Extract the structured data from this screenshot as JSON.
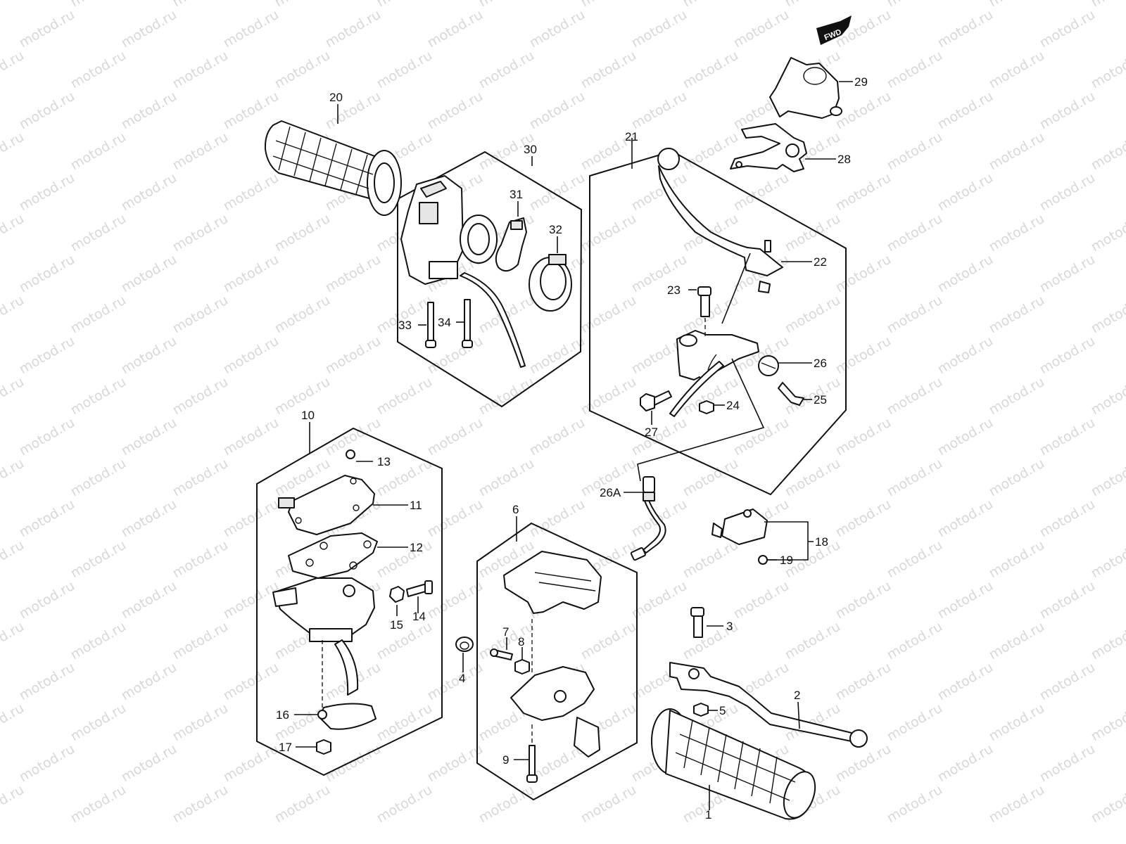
{
  "watermark": {
    "text": "motod.ru"
  },
  "direction_badge": {
    "text": "FWD"
  },
  "callouts": [
    {
      "key": "c1",
      "text": "1"
    },
    {
      "key": "c2",
      "text": "2"
    },
    {
      "key": "c3",
      "text": "3"
    },
    {
      "key": "c4",
      "text": "4"
    },
    {
      "key": "c5",
      "text": "5"
    },
    {
      "key": "c6",
      "text": "6"
    },
    {
      "key": "c7",
      "text": "7"
    },
    {
      "key": "c8",
      "text": "8"
    },
    {
      "key": "c9",
      "text": "9"
    },
    {
      "key": "c10",
      "text": "10"
    },
    {
      "key": "c11",
      "text": "11"
    },
    {
      "key": "c12",
      "text": "12"
    },
    {
      "key": "c13",
      "text": "13"
    },
    {
      "key": "c14",
      "text": "14"
    },
    {
      "key": "c15",
      "text": "15"
    },
    {
      "key": "c16",
      "text": "16"
    },
    {
      "key": "c17",
      "text": "17"
    },
    {
      "key": "c18",
      "text": "18"
    },
    {
      "key": "c19",
      "text": "19"
    },
    {
      "key": "c20",
      "text": "20"
    },
    {
      "key": "c21",
      "text": "21"
    },
    {
      "key": "c22",
      "text": "22"
    },
    {
      "key": "c23",
      "text": "23"
    },
    {
      "key": "c24",
      "text": "24"
    },
    {
      "key": "c25",
      "text": "25"
    },
    {
      "key": "c26",
      "text": "26"
    },
    {
      "key": "c26a",
      "text": "26A"
    },
    {
      "key": "c27",
      "text": "27"
    },
    {
      "key": "c28",
      "text": "28"
    },
    {
      "key": "c29",
      "text": "29"
    },
    {
      "key": "c30",
      "text": "30"
    },
    {
      "key": "c31",
      "text": "31"
    },
    {
      "key": "c32",
      "text": "32"
    },
    {
      "key": "c33",
      "text": "33"
    },
    {
      "key": "c34",
      "text": "34"
    }
  ]
}
